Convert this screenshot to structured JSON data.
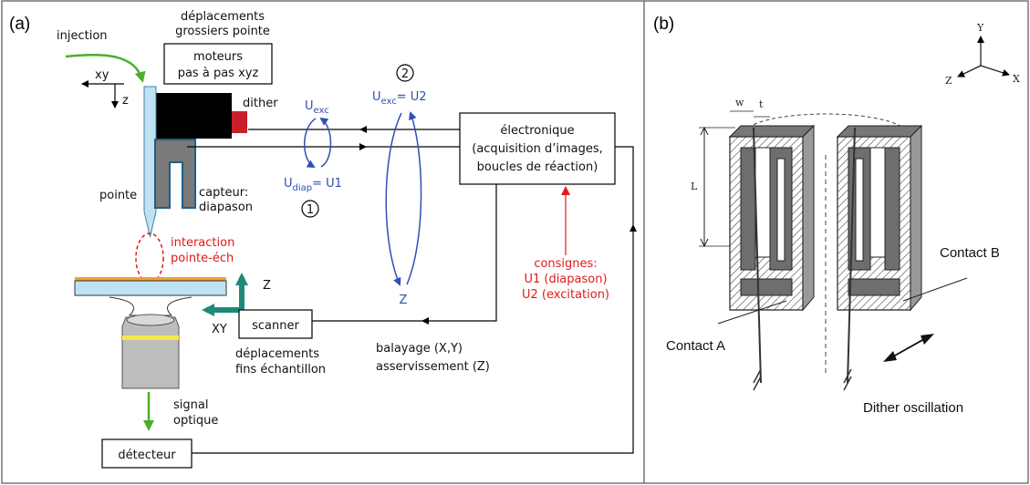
{
  "panel_a": {
    "label": "(a)",
    "injection": "injection",
    "coarse_moves": [
      "déplacements",
      "grossiers pointe"
    ],
    "motors": [
      "moteurs",
      "pas à pas xyz"
    ],
    "axis_xy": "xy",
    "axis_z": "z",
    "dither": "dither",
    "tip": "pointe",
    "sensor": [
      "capteur:",
      "diapason"
    ],
    "interaction": [
      "interaction",
      "pointe-éch"
    ],
    "u_exc": "U",
    "u_exc_sub": "exc",
    "u_diap": "U",
    "u_diap_sub": "diap",
    "u1_eq": "= U1",
    "u_exc2": "U",
    "u_exc2_sub": "exc",
    "u2_eq": "= U2",
    "num1": "1",
    "num2": "2",
    "z_blue": "Z",
    "electronics": [
      "électronique",
      "(acquisition d’images,",
      "boucles de réaction)"
    ],
    "setpoints": [
      "consignes:",
      "U1 (diapason)",
      "U2 (excitation)"
    ],
    "scanner": "scanner",
    "fine_moves": [
      "déplacements",
      "fins échantillon"
    ],
    "scan_z": "Z",
    "scan_xy": "XY",
    "scan_text": [
      "balayage (X,Y)",
      "asservissement (Z)"
    ],
    "optical_signal": [
      "signal",
      "optique"
    ],
    "detector": "détecteur"
  },
  "panel_b": {
    "label": "(b)",
    "axis_y": "Y",
    "axis_z": "Z",
    "axis_x": "X",
    "dim_w": "w",
    "dim_t": "t",
    "dim_L": "L",
    "contact_a": "Contact A",
    "contact_b": "Contact B",
    "dither_osc": "Dither oscillation"
  },
  "colors": {
    "red": "#e01a1a",
    "blue": "#2f4fb5",
    "green": "#4caf2a",
    "teal": "#1e8a78",
    "tip_blue": "#bfe2f2",
    "orange": "#f0a030",
    "grey": "#7a7a7a"
  }
}
